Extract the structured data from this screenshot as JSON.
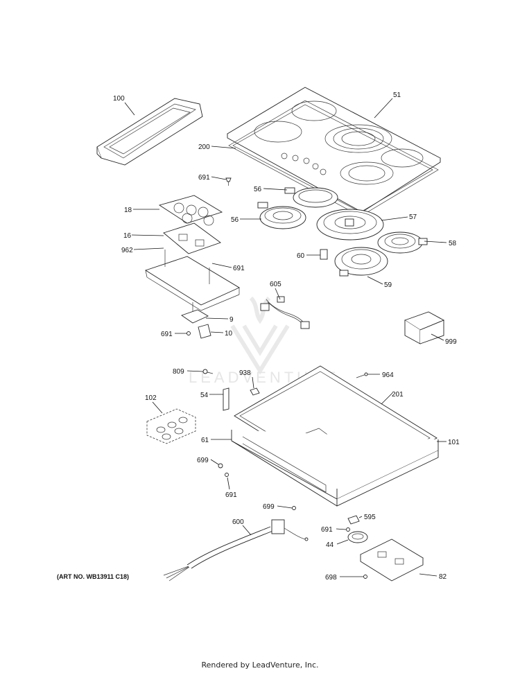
{
  "diagram": {
    "watermark": "LEADVENTURE",
    "art_number": "(ART NO. WB13911 C18)",
    "footer": "Rendered by LeadVenture, Inc.",
    "callouts": {
      "p100": "100",
      "p51": "51",
      "p200": "200",
      "p691a": "691",
      "p56a": "56",
      "p18": "18",
      "p56b": "56",
      "p57": "57",
      "p16": "16",
      "p962": "962",
      "p691b": "691",
      "p58": "58",
      "p60": "60",
      "p59": "59",
      "p605": "605",
      "p9": "9",
      "p691c": "691",
      "p10": "10",
      "p999": "999",
      "p809": "809",
      "p938": "938",
      "p964": "964",
      "p54": "54",
      "p201": "201",
      "p102": "102",
      "p61": "61",
      "p101": "101",
      "p699a": "699",
      "p691d": "691",
      "p699b": "699",
      "p600": "600",
      "p595": "595",
      "p691e": "691",
      "p44": "44",
      "p698": "698",
      "p82": "82"
    }
  }
}
